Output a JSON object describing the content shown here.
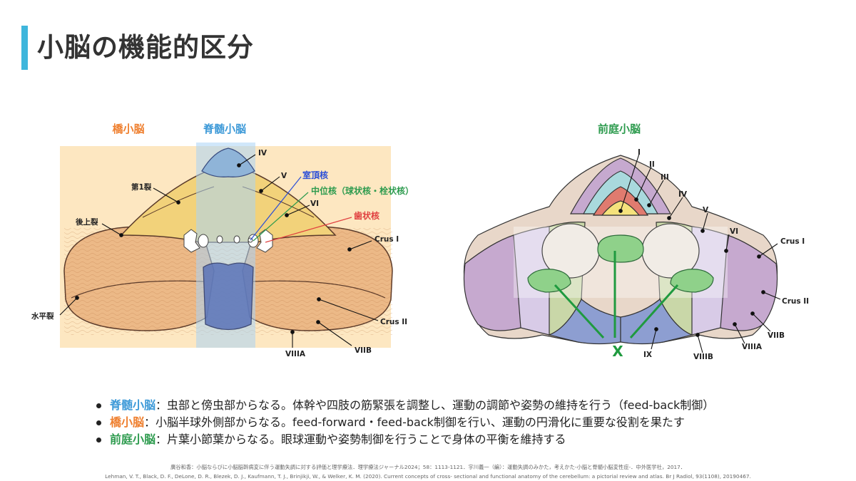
{
  "title": "小脳の機能的区分",
  "left_figure": {
    "header_pontine": "橋小脳",
    "header_spinal": "脊髄小脳",
    "labels": {
      "IV": "IV",
      "V": "V",
      "VI": "VI",
      "fissure1": "第1裂",
      "post_sup": "後上裂",
      "horizontal": "水平裂",
      "crus1": "Crus I",
      "crus2": "Crus II",
      "VIIIA": "VIIIA",
      "VIIB": "VIIB",
      "fastigial": "室頂核",
      "interposed": "中位核（球状核・栓状核）",
      "dentate": "歯状核"
    }
  },
  "right_figure": {
    "header": "前庭小脳",
    "labels": {
      "I": "I",
      "II": "II",
      "III": "III",
      "IV": "IV",
      "V": "V",
      "VI": "VI",
      "crus1": "Crus I",
      "crus2": "Crus II",
      "VIIB": "VIIB",
      "VIIIA": "VIIIA",
      "VIIIB": "VIIIB",
      "IX": "IX",
      "X": "X"
    }
  },
  "bullets": [
    {
      "term": "脊髄小脳",
      "text": "：虫部と傍虫部からなる。体幹や四肢の筋緊張を調整し、運動の調節や姿勢の維持を行う（feed-back制御）"
    },
    {
      "term": "橋小脳",
      "text": "：小脳半球外側部からなる。feed-forward・feed-back制御を行い、運動の円滑化に重要な役割を果たす"
    },
    {
      "term": "前庭小脳",
      "text": "：片葉小節葉からなる。眼球運動や姿勢制御を行うことで身体の平衡を維持する"
    }
  ],
  "references": [
    "廣谷和香：小脳ならびに小脳脳幹病変に伴う運動失調に対する評価と理学療法．理学療法ジャーナル2024；58：1113-1121．宇川義一（編）：運動失調のみかた，考えかた-小脳と脊髄小脳変性症-．中外医学社，2017．",
    "Lehman, V. T., Black, D. F., DeLone, D. R., Blezek, D. J., Kaufmann, T. J., Brinjikji, W., & Welker, K. M. (2020). Current concepts of cross- sectional and functional anatomy of the cerebellum: a pictorial review and atlas. Br J Radiol, 93(1108), 20190467."
  ],
  "colors": {
    "accent_blue": "#3e9ad8",
    "accent_orange": "#ef8030",
    "accent_green": "#2d9b4e",
    "fastigial_line": "#2b4fd8",
    "dentate_line": "#e04040"
  }
}
